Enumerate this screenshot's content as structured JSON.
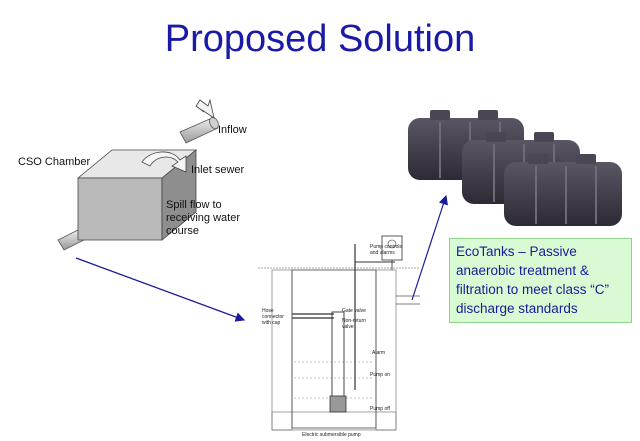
{
  "title": "Proposed Solution",
  "cso": {
    "chamber_label": "CSO Chamber",
    "inflow_label": "Inflow",
    "inlet_sewer_label": "Inlet sewer",
    "spill_flow_label": "Spill flow to receiving water course"
  },
  "pump": {
    "controls_label": "Pump controls and alarms",
    "hose_label": "Hose connector with cap",
    "gate_valve_label": "Gate valve",
    "non_return_label": "Non-return valve",
    "alarm_label": "Alarm",
    "pump_on_label": "Pump on",
    "pump_off_label": "Pump off",
    "pump_name_label": "Electric submersible pump"
  },
  "ecotanks": {
    "text": "EcoTanks – Passive anaerobic treatment & filtration to meet class “C” discharge standards"
  },
  "colors": {
    "title": "#1a1aa6",
    "arrow": "#1a1a9a",
    "box_fill": "#d9fbd4",
    "tank": "#3d3947"
  }
}
